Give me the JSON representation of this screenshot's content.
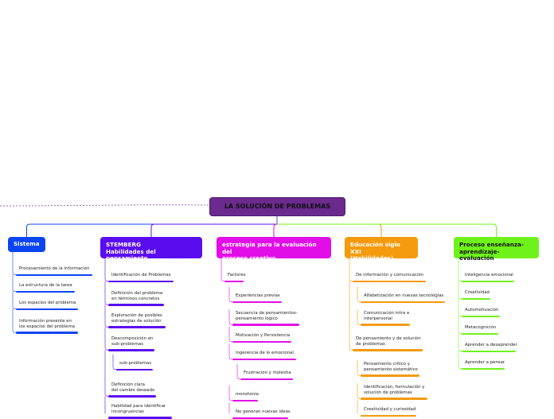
{
  "root": {
    "label": "LA SOLUCIÓN DE PROBLEMAS",
    "color": "#6a2a8e"
  },
  "branches": [
    {
      "id": "sistema",
      "label": "Sistema",
      "color": "#0a45f5",
      "items": [
        {
          "label": "Procesamiento de la información"
        },
        {
          "label": "La estructura de la tarea"
        },
        {
          "label": "Los espacios del problema"
        },
        {
          "label": "Información presente en\n los espacios del problema"
        }
      ]
    },
    {
      "id": "stemberg",
      "label": "STEMBERG\nHabilidades del pensamiento",
      "color": "#5a0cf0",
      "items": [
        {
          "label": "Identificación de Problemas"
        },
        {
          "label": "Definición del problema\n en términos concretos"
        },
        {
          "label": "Exploración de posibles\nestrategias de solución"
        },
        {
          "label": "Descomposición en\nsub-problemas"
        },
        {
          "label": "sub-problemas",
          "sub": true
        },
        {
          "label": "Definición clara\ndel cambio deseado"
        },
        {
          "label": "Habilidad para identificar\nincongruencias"
        }
      ]
    },
    {
      "id": "estrategia",
      "label": "estrategia para la evaluación del\nproceso creativo",
      "color": "#e20ee8",
      "items": [
        {
          "label": "Factores"
        },
        {
          "label": "Experiencias previas",
          "sub": true
        },
        {
          "label": "Secuencia de pensamientos-\npensamiento lógico",
          "sub": true
        },
        {
          "label": "Motivación y Persistencia",
          "sub": true
        },
        {
          "label": "Ingerencia de lo emocional",
          "sub": true
        },
        {
          "label": "Frustración y molestia",
          "sub2": true
        },
        {
          "label": "monotonía",
          "sub": true
        },
        {
          "label": "No generan nuevas ideas",
          "sub": true
        }
      ]
    },
    {
      "id": "educacion",
      "label": "Educación siglo XXI\n(Habilidades)",
      "color": "#f59a0c",
      "items": [
        {
          "label": "De información y comunicación"
        },
        {
          "label": "Alfabetización en nuevas tecnologías",
          "sub": true
        },
        {
          "label": "Comunicación intra e\ninterpersonal",
          "sub": true
        },
        {
          "label": "De pensamiento y de solución\nde problemas"
        },
        {
          "label": "Pensamiento crítico y\npensamiento sistemático",
          "sub": true
        },
        {
          "label": "Identificación, formulación y\nsolución de problemas",
          "sub": true
        },
        {
          "label": "Creatividad y curiosidad",
          "sub": true
        }
      ]
    },
    {
      "id": "proceso",
      "label": "Proceso enseñanza-\naprendizaje-evaluación",
      "color": "#6ff21a",
      "items": [
        {
          "label": "Inteligencia emocional"
        },
        {
          "label": "Creatividad"
        },
        {
          "label": "Automotivación"
        },
        {
          "label": "Metacognición"
        },
        {
          "label": "Aprender a desaprender"
        },
        {
          "label": "Aprender a pensar"
        }
      ]
    }
  ]
}
